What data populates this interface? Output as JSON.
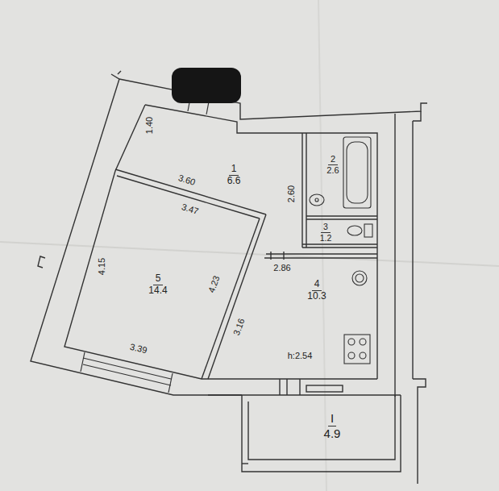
{
  "diagram": {
    "nodes": [
      {
        "text": [
          "1",
          "6.6"
        ]
      },
      {
        "text": [
          "2",
          "2.6"
        ]
      },
      {
        "text": [
          "3",
          "1.2"
        ]
      },
      {
        "text": [
          "5",
          "14.4"
        ]
      },
      {
        "text": [
          "4",
          "10.3"
        ]
      },
      {
        "text": [
          "I",
          "4.9"
        ]
      }
    ],
    "labels": [
      "1.40",
      "3.60",
      "2.60",
      "3.47",
      "4.15",
      "4.23",
      "2.86",
      "3.16",
      "3.39",
      "h:2.54"
    ]
  }
}
